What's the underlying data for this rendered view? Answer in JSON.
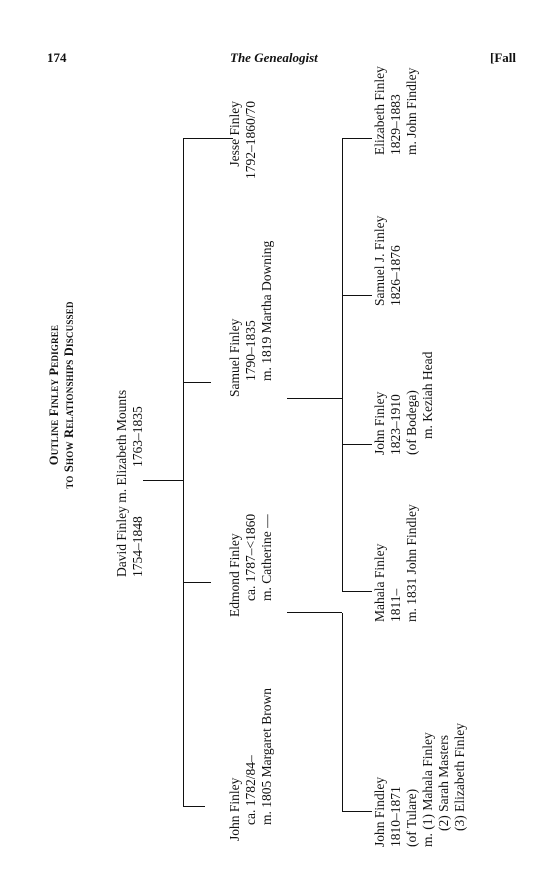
{
  "header": {
    "page_number": "174",
    "journal": "The Genealogist",
    "season": "[Fall"
  },
  "title": {
    "line1": "Outline Finley Pedigree",
    "line2": "to Show Relationships Discussed"
  },
  "root": {
    "line1": "David Finley m. Elizabeth Mounts",
    "line2": "1754–1848",
    "line3": "1763–1835"
  },
  "generation2": [
    {
      "line1": "John Finley",
      "line2": "ca. 1782/84–",
      "line3": "m. 1805 Margaret Brown"
    },
    {
      "line1": "Edmond Finley",
      "line2": "ca. 1787–<1860",
      "line3": "m. Catherine —"
    },
    {
      "line1": "Samuel Finley",
      "line2": "1790–1835",
      "line3": "m. 1819 Martha Downing"
    },
    {
      "line1": "Jesse Finley",
      "line2": "1792–1860/70"
    }
  ],
  "generation3_edmond": {
    "line1": "John Findley",
    "line2": "1810–1871",
    "line3": "(of Tulare)",
    "line4": "m. (1) Mahala Finley",
    "line5": "(2) Sarah Masters",
    "line6": "(3) Elizabeth Finley"
  },
  "generation3_samuel": [
    {
      "line1": "Mahala Finley",
      "line2": "1811–",
      "line3": "m. 1831 John Findley"
    },
    {
      "line1": "John Finley",
      "line2": "1823–1910",
      "line3": "(of Bodega)",
      "line4": "m. Keziah Head"
    },
    {
      "line1": "Samuel J. Finley",
      "line2": "1826–1876"
    },
    {
      "line1": "Elizabeth Finley",
      "line2": "1829–1883",
      "line3": "m. John Findley"
    }
  ]
}
